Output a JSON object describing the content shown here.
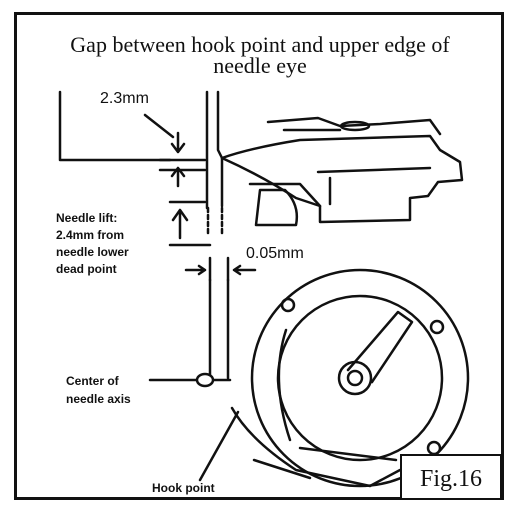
{
  "figure": {
    "title_line1": "Gap between hook point and upper edge of",
    "title_line2": "needle eye",
    "fig_label": "Fig.16"
  },
  "labels": {
    "gap": "2.3mm",
    "needle_lift_1": "Needle lift:",
    "needle_lift_2": "2.4mm from",
    "needle_lift_3": "needle lower",
    "needle_lift_4": "dead point",
    "clearance": "0.05mm",
    "center_1": "Center of",
    "center_2": "needle axis",
    "hook_point": "Hook point"
  }
}
